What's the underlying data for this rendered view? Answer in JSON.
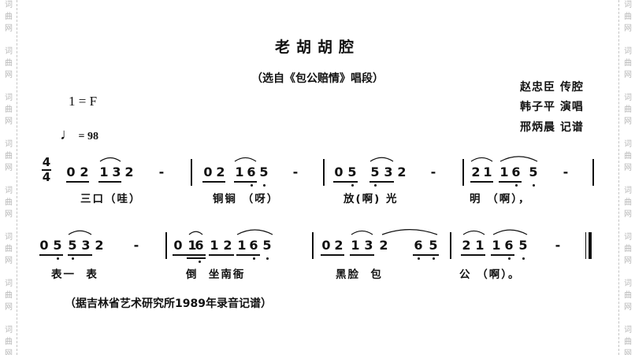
{
  "watermark": [
    "词",
    "曲",
    "网"
  ],
  "title": "老胡胡腔",
  "subtitle": "（选自《包公赔情》唱段）",
  "key": "1 = F",
  "tempo": {
    "symbol": "♩",
    "value": "= 98"
  },
  "credits": [
    "赵忠臣 传腔",
    "韩子平 演唱",
    "邢炳晨 记谱"
  ],
  "time_signature": {
    "top": "4",
    "bottom": "4"
  },
  "lines": [
    {
      "notes": [
        {
          "n": "0"
        },
        {
          "n": "2"
        },
        {
          "n": "1"
        },
        {
          "n": "3"
        },
        {
          "n": "2"
        },
        {
          "n": "-"
        },
        {
          "n": "0"
        },
        {
          "n": "2"
        },
        {
          "n": "1"
        },
        {
          "n": "6",
          "low": true
        },
        {
          "n": "5",
          "low": true
        },
        {
          "n": "-"
        },
        {
          "n": "0"
        },
        {
          "n": "5",
          "low": true
        },
        {
          "n": "5",
          "low": true
        },
        {
          "n": "3"
        },
        {
          "n": "2"
        },
        {
          "n": "-"
        },
        {
          "n": "2"
        },
        {
          "n": "1"
        },
        {
          "n": "1"
        },
        {
          "n": "6",
          "low": true
        },
        {
          "n": "5",
          "low": true
        },
        {
          "n": "-"
        }
      ],
      "lyrics": [
        "三口（哇）",
        "铜锏 （呀）",
        "放(啊) 光",
        "明 （啊），"
      ]
    },
    {
      "notes": [
        {
          "n": "0"
        },
        {
          "n": "5",
          "low": true
        },
        {
          "n": "5",
          "low": true
        },
        {
          "n": "3"
        },
        {
          "n": "2"
        },
        {
          "n": "-"
        },
        {
          "n": "0"
        },
        {
          "n": "1"
        },
        {
          "n": "6",
          "low": true
        },
        {
          "n": "1"
        },
        {
          "n": "2"
        },
        {
          "n": "1"
        },
        {
          "n": "6",
          "low": true
        },
        {
          "n": "5",
          "low": true
        },
        {
          "n": "0"
        },
        {
          "n": "2"
        },
        {
          "n": "1"
        },
        {
          "n": "3"
        },
        {
          "n": "2"
        },
        {
          "n": "6",
          "low": true
        },
        {
          "n": "5",
          "low": true
        },
        {
          "n": "2"
        },
        {
          "n": "1"
        },
        {
          "n": "1"
        },
        {
          "n": "6",
          "low": true
        },
        {
          "n": "5",
          "low": true
        },
        {
          "n": "-"
        }
      ],
      "lyrics": [
        "表一  表",
        "倒  坐南衙",
        "黑脸  包",
        "公 （啊）。"
      ]
    }
  ],
  "footnote": "（据吉林省艺术研究所1989年录音记谱）"
}
